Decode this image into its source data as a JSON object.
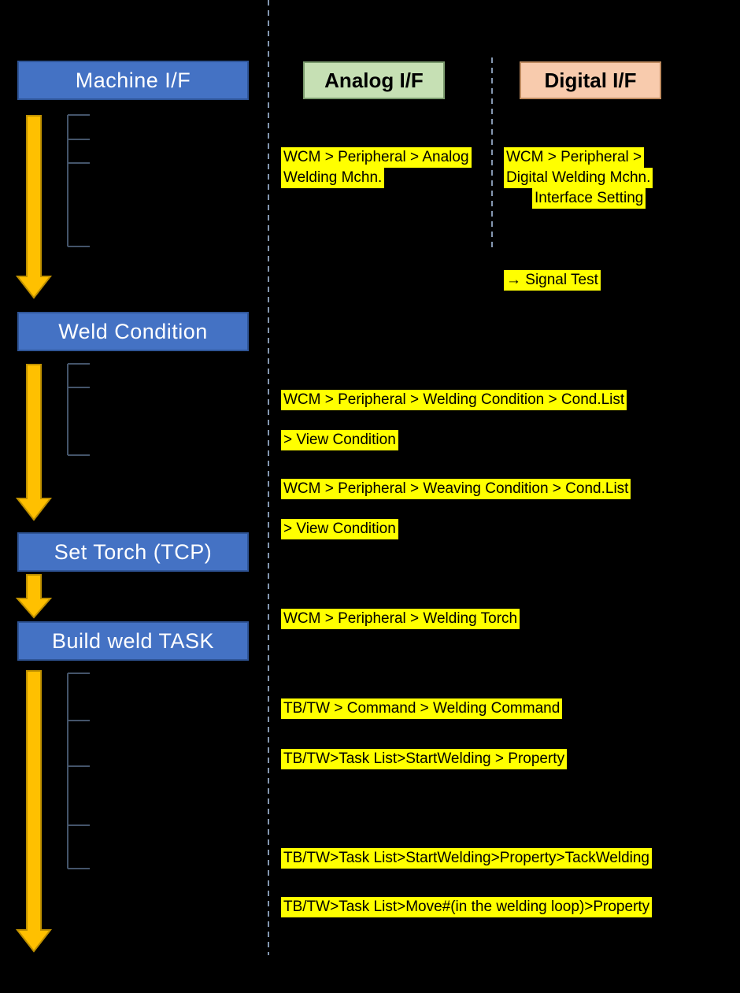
{
  "colors": {
    "background": "#000000",
    "step_box_fill": "#4472C4",
    "step_box_border": "#2F5597",
    "step_box_text": "#FFFFFF",
    "analog_header_fill": "#C6E0B4",
    "analog_header_border": "#7A9A6D",
    "digital_header_fill": "#F8CBAD",
    "digital_header_border": "#BE8B60",
    "highlight": "#FFFF00",
    "highlight_text": "#000000",
    "arrow_fill": "#FFC000",
    "arrow_outline": "#BF9000",
    "bracket_line": "#44546A",
    "dashed_divider": "#8497B0"
  },
  "steps": [
    "Machine I/F",
    "Weld Condition",
    "Set Torch (TCP)",
    "Build weld TASK"
  ],
  "columns": [
    "Analog I/F",
    "Digital I/F"
  ],
  "annotations": {
    "analog_machine_lines": [
      "WCM > Peripheral > Analog",
      "Welding Mchn."
    ],
    "digital_machine_lines": [
      "WCM > Peripheral >",
      "Digital Welding Mchn.",
      "Interface Setting"
    ],
    "signal_test": "→ Signal Test",
    "welding_condition_path": "WCM > Peripheral > Welding Condition > Cond.List",
    "welding_condition_view": "> View Condition",
    "weaving_condition_path": "WCM > Peripheral > Weaving Condition > Cond.List",
    "weaving_condition_view": "> View Condition",
    "welding_torch_path": "WCM > Peripheral > Welding Torch",
    "welding_command_path": "TB/TW > Command > Welding Command",
    "start_welding_property_path": "TB/TW>Task List>StartWelding > Property",
    "tack_welding_path": "TB/TW>Task List>StartWelding>Property>TackWelding",
    "move_property_path": "TB/TW>Task List>Move#(in the welding loop)>Property"
  }
}
